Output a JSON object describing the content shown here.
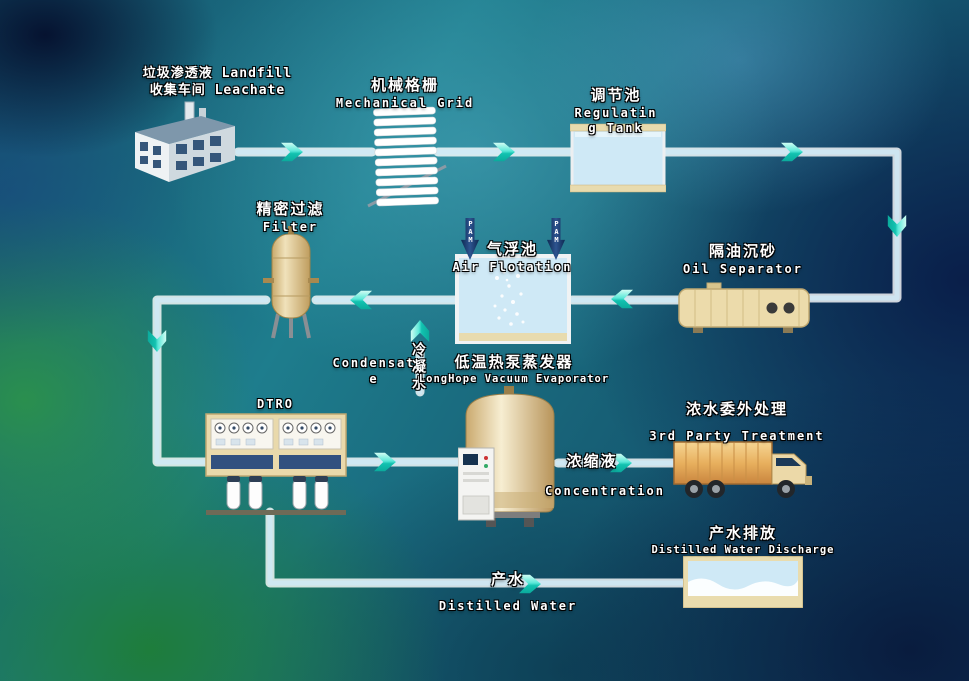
{
  "diagram": {
    "collection": {
      "line1": "垃圾渗透液 Landfill",
      "line2": "收集车间  Leachate"
    },
    "mechanical_grid": {
      "cn": "机械格栅",
      "en": "Mechanical Grid"
    },
    "regulating_tank": {
      "cn": "调节池",
      "en_line1": "Regulatin",
      "en_line2": "g Tank"
    },
    "oil_separator": {
      "cn": "隔油沉砂",
      "en": "Oil Separator"
    },
    "air_flotation": {
      "cn": "气浮池",
      "en": "Air Flotation",
      "dosing": "PAM"
    },
    "filter": {
      "cn": "精密过滤",
      "en": "Filter"
    },
    "condensate": {
      "en_line1": "Condensat",
      "en_line2": "e",
      "cn": "冷凝水"
    },
    "evaporator": {
      "cn": "低温热泵蒸发器",
      "en": "LongHope Vacuum Evaporator"
    },
    "dtro": {
      "en": "DTRO"
    },
    "third_party": {
      "cn": "浓水委外处理",
      "en": "3rd Party Treatment"
    },
    "concentration": {
      "cn": "浓缩液",
      "en": "Concentration"
    },
    "distilled_water": {
      "cn": "产水",
      "en": "Distilled Water"
    },
    "discharge": {
      "cn": "产水排放",
      "en": "Distilled Water Discharge"
    }
  },
  "colors": {
    "pipe_core": "#cdeaf7",
    "pipe_edge": "#ffffff",
    "flow_arrow": "#2fd6c4",
    "dosing_arrow": "#16335e",
    "tank_water": "#cfe9f6",
    "vessel_tan": "#e9d9ab",
    "label_text": "#ffffff"
  }
}
